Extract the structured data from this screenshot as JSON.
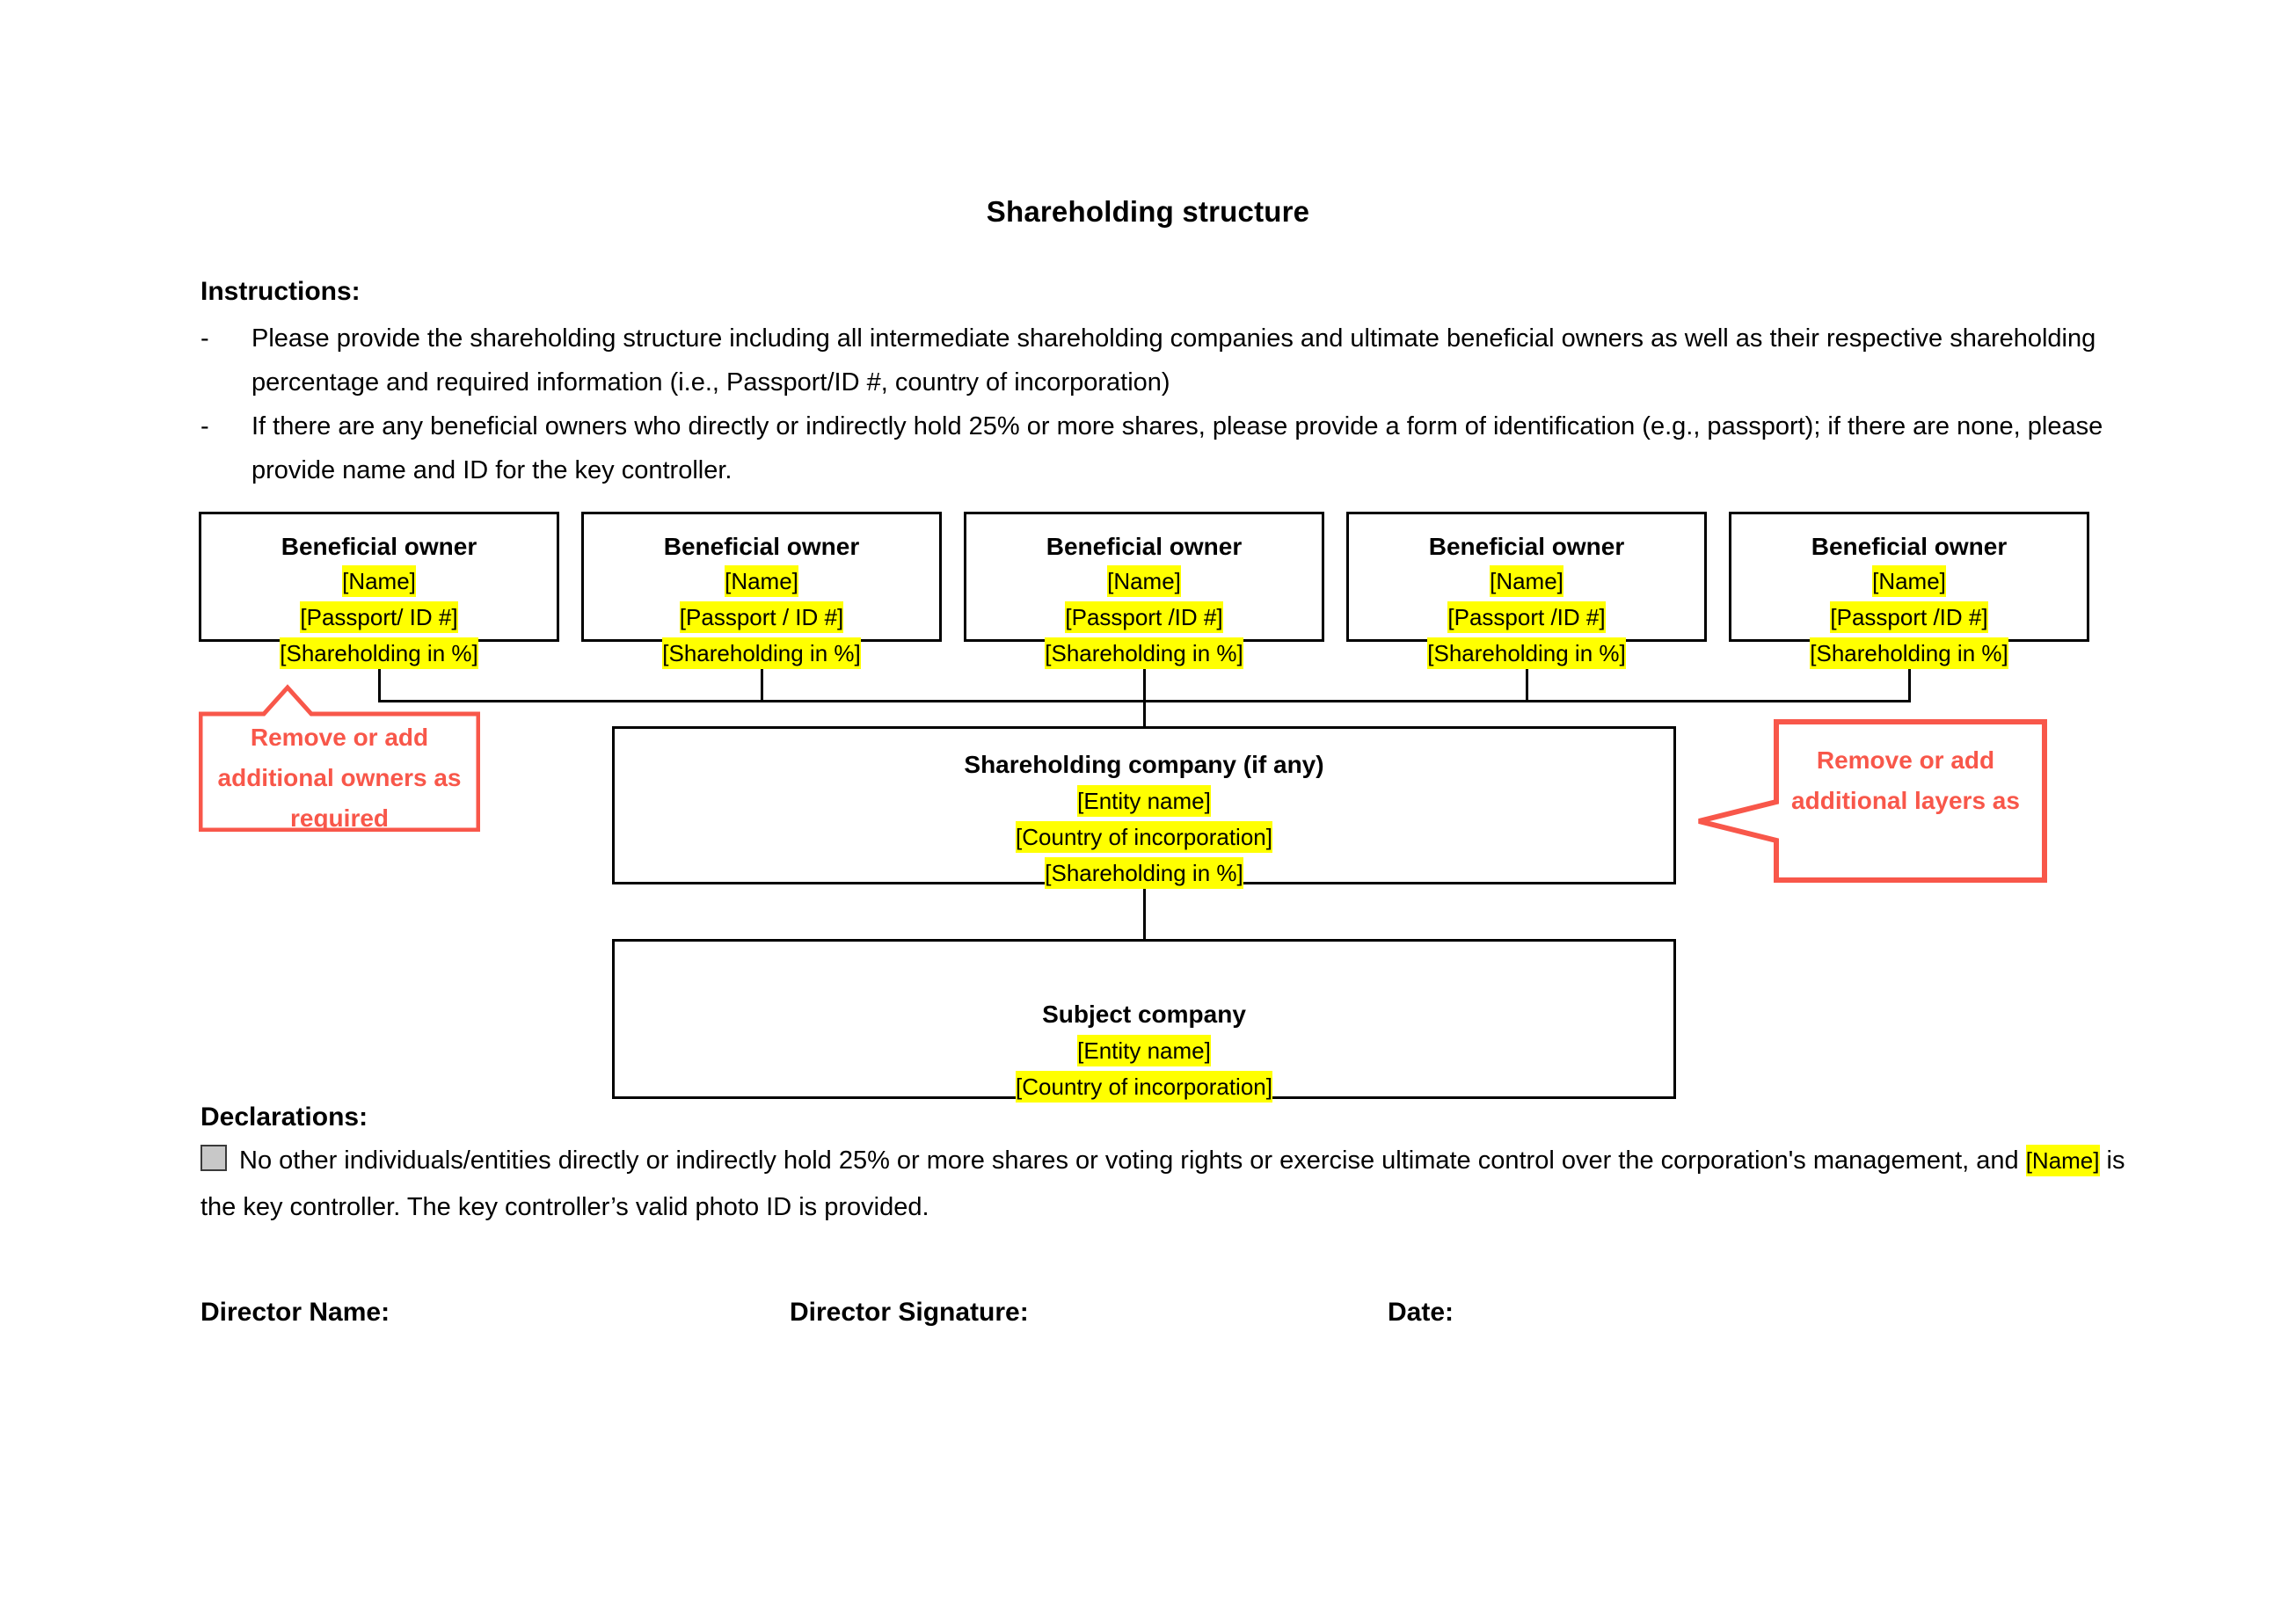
{
  "document": {
    "title": "Shareholding structure"
  },
  "instructions": {
    "heading": "Instructions:",
    "bullet": "-",
    "items": [
      "Please provide the shareholding structure including all intermediate shareholding companies and ultimate beneficial owners as well as their respective shareholding percentage and required information (i.e., Passport/ID #, country of incorporation)",
      "If there are any beneficial owners who directly or indirectly hold 25% or more shares, please provide a form of identification (e.g., passport); if there are none, please provide name and ID for the key controller."
    ]
  },
  "chart": {
    "owners": [
      {
        "title": "Beneficial owner",
        "name": "[Name]",
        "id": "[Passport/ ID #]",
        "shareholding": "[Shareholding in %]"
      },
      {
        "title": "Beneficial owner",
        "name": "[Name]",
        "id": "[Passport / ID #]",
        "shareholding": "[Shareholding in %]"
      },
      {
        "title": "Beneficial owner",
        "name": "[Name]",
        "id": "[Passport /ID #]",
        "shareholding": "[Shareholding in %]"
      },
      {
        "title": "Beneficial owner",
        "name": "[Name]",
        "id": "[Passport /ID #]",
        "shareholding": "[Shareholding in %]"
      },
      {
        "title": "Beneficial owner",
        "name": "[Name]",
        "id": "[Passport /ID #]",
        "shareholding": "[Shareholding in %]"
      }
    ],
    "shareholding_company": {
      "title": "Shareholding company (if any)",
      "entity_name": "[Entity name]",
      "country": "[Country of incorporation]",
      "shareholding": "[Shareholding in %]"
    },
    "subject_company": {
      "title": "Subject company",
      "entity_name": "[Entity name]",
      "country": "[Country of incorporation]"
    },
    "callouts": {
      "left": "Remove or add additional owners as required",
      "right": "Remove or add additional layers as"
    }
  },
  "declarations": {
    "heading": "Declarations:",
    "text_before_name": "No other individuals/entities directly or indirectly hold 25% or more shares or voting rights or exercise ultimate control over the corporation's management, and ",
    "name_placeholder": "[Name]",
    "text_after_name": " is the key controller. The key controller’s valid photo ID is provided."
  },
  "signature": {
    "director_name_label": "Director Name:",
    "director_signature_label": "Director Signature:",
    "date_label": "Date:"
  },
  "colors": {
    "highlight": "#ffff00",
    "callout_red": "#f8574a",
    "checkbox_fill": "#c8c8c8",
    "line": "#000000"
  }
}
